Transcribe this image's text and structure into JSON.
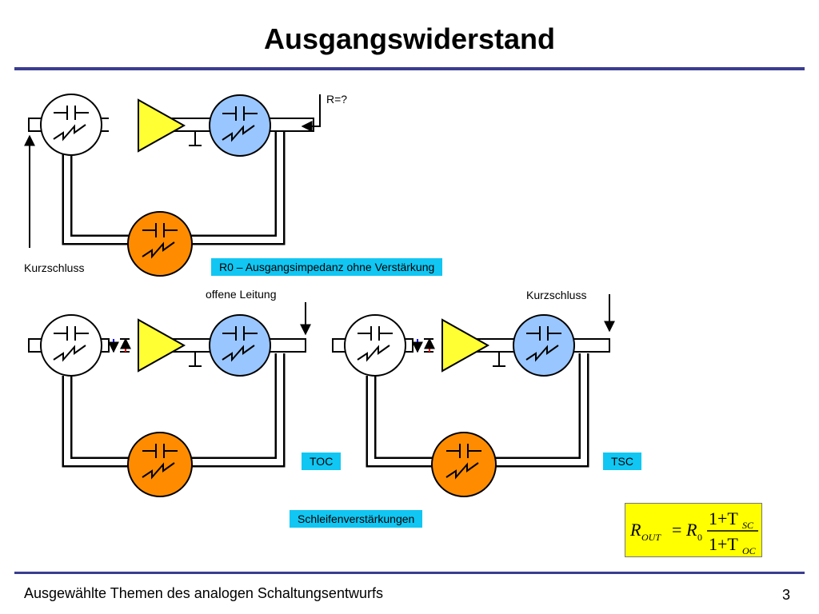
{
  "slide": {
    "title": "Ausgangswiderstand",
    "footer": "Ausgewählte Themen des analogen Schaltungsentwurfs",
    "page_number": "3"
  },
  "top_circuit": {
    "resistance_label": "R=?",
    "short_circuit_label": "Kurzschluss",
    "caption": "R0 – Ausgangsimpedanz ohne Verstärkung"
  },
  "left_circuit": {
    "open_line_label": "offene Leitung",
    "caption": "TOC"
  },
  "right_circuit": {
    "short_circuit_label": "Kurzschluss",
    "caption": "TSC"
  },
  "loop_gain_caption": "Schleifenverstärkungen",
  "formula": {
    "lhs": "R",
    "lhs_sub": "OUT",
    "rhs_factor": "R",
    "rhs_factor_sub": "0",
    "numerator": "1+T",
    "numerator_sub": "SC",
    "denominator": "1+T",
    "denominator_sub": "OC"
  },
  "colors": {
    "rule": "#3a3d8f",
    "amplifier": "#ffff33",
    "two_port_blue": "#99c6ff",
    "two_port_orange": "#ff8c00",
    "two_port_white": "#ffffff",
    "caption_box": "#11c6f2",
    "formula_box": "#ffff00",
    "signal_blue": "#0000ff",
    "signal_red": "#ff0000"
  }
}
